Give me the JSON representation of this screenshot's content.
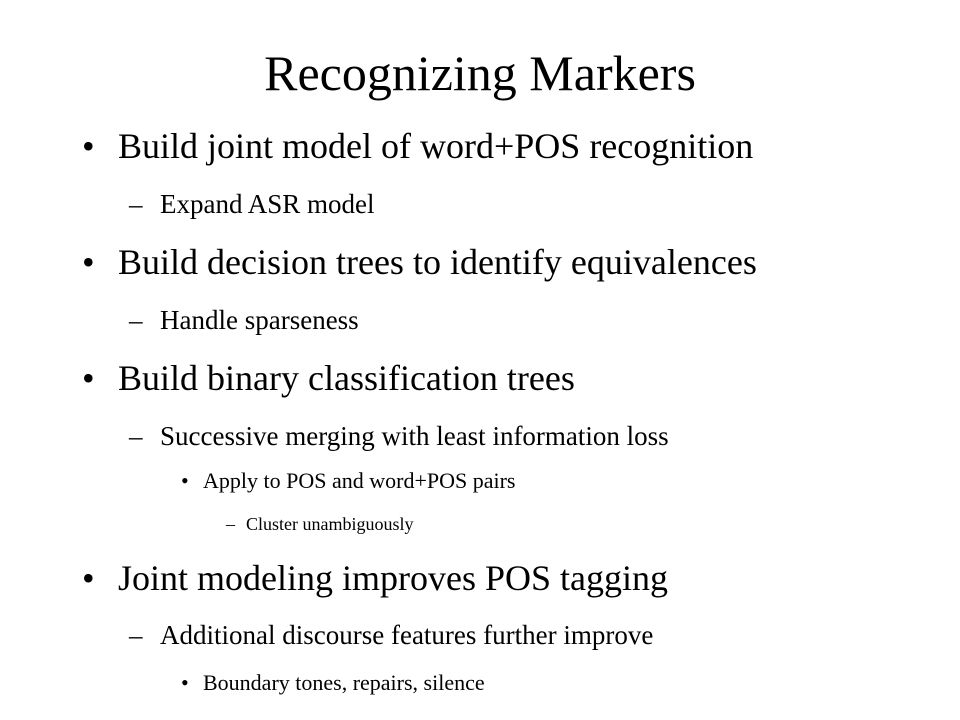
{
  "slide": {
    "title": "Recognizing Markers",
    "bullets": [
      {
        "marker": "•",
        "text": "Build joint model of word+POS recognition"
      },
      {
        "marker": "–",
        "text": "Expand ASR model"
      },
      {
        "marker": "•",
        "text": "Build decision trees to identify equivalences"
      },
      {
        "marker": "–",
        "text": "Handle sparseness"
      },
      {
        "marker": "•",
        "text": "Build binary classification trees"
      },
      {
        "marker": "–",
        "text": "Successive merging with least information loss"
      },
      {
        "marker": "•",
        "text": "Apply to POS and word+POS pairs"
      },
      {
        "marker": "–",
        "text": "Cluster unambiguously"
      },
      {
        "marker": "•",
        "text": "Joint modeling improves POS tagging"
      },
      {
        "marker": "–",
        "text": "Additional discourse features further improve"
      },
      {
        "marker": "•",
        "text": "Boundary tones, repairs, silence"
      }
    ]
  }
}
